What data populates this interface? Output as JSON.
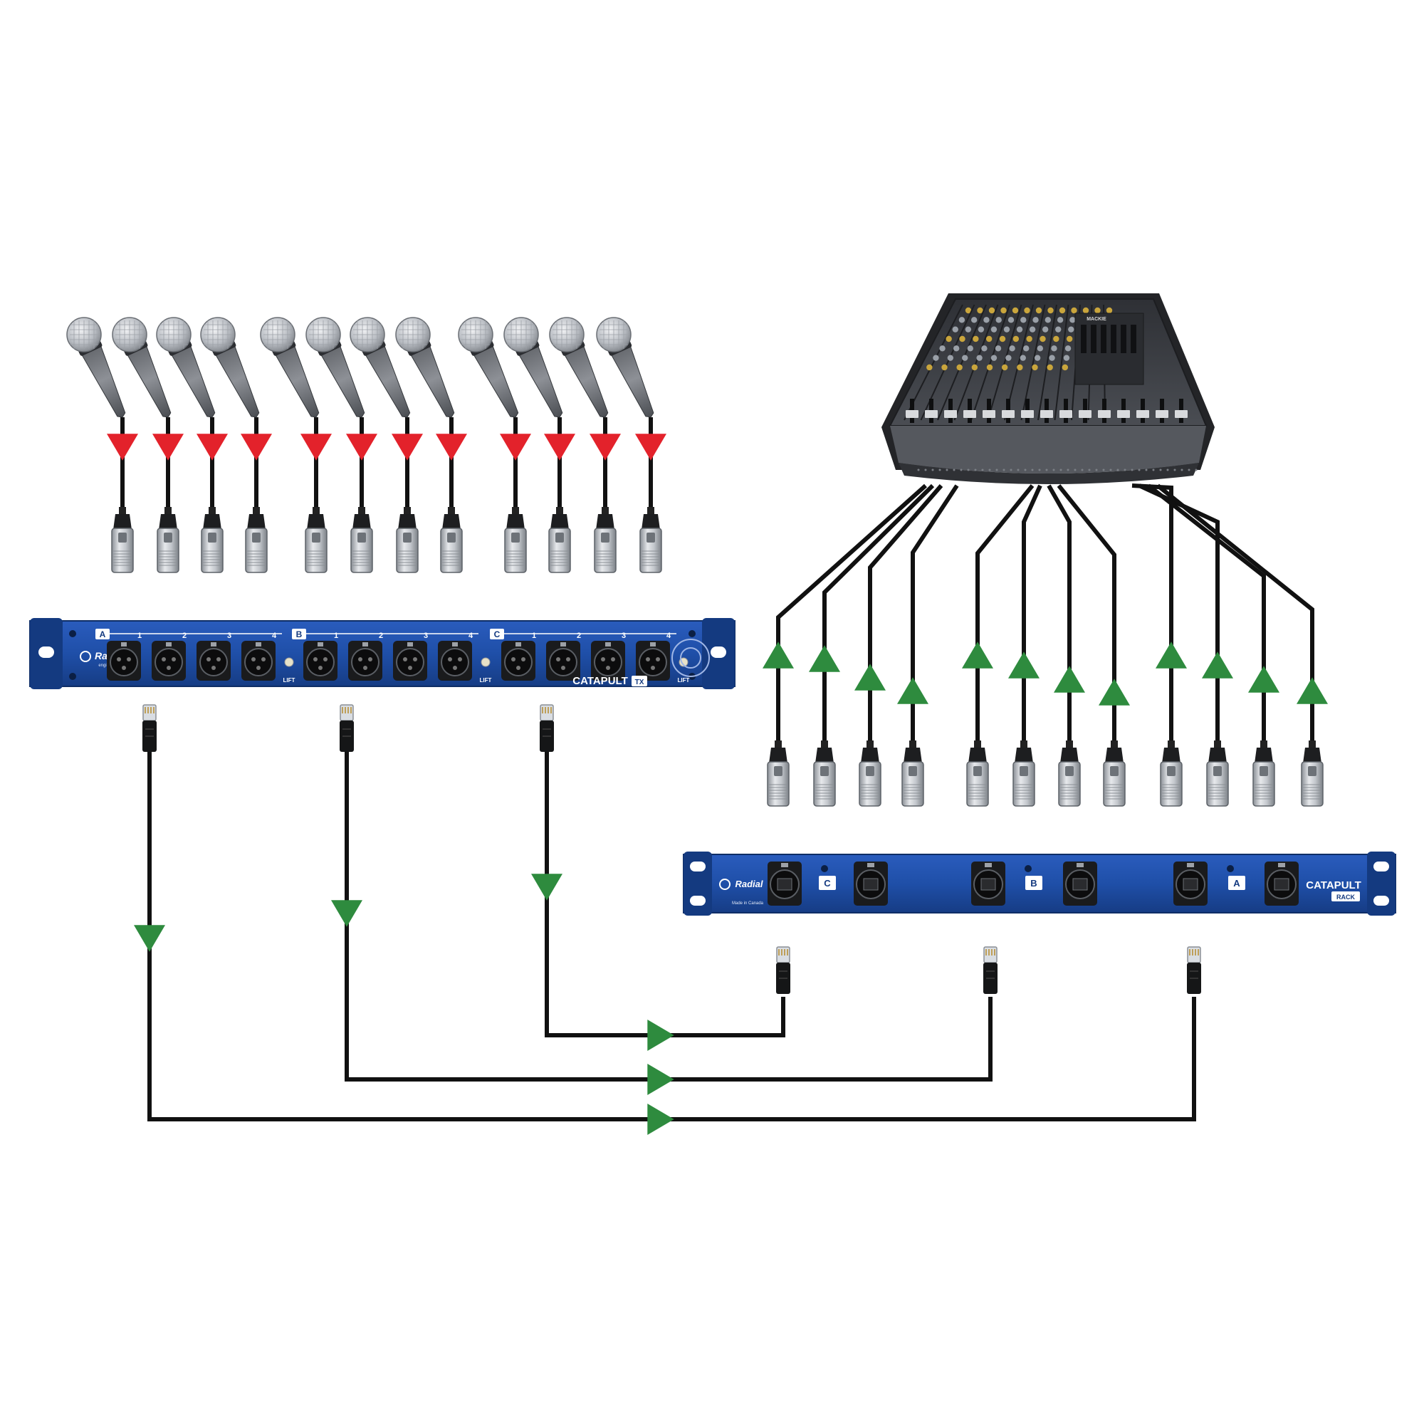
{
  "colors": {
    "cable": "#111111",
    "arrow_in": "#e3222b",
    "arrow_signal": "#2e8b3e",
    "rack_blue": "#1f4fa8",
    "rack_dark": "#143a80",
    "xlr_silver": "#c9cdd2",
    "mixer_body": "#3b3e43"
  },
  "tx_unit": {
    "brand": "Radial",
    "brand_sub": "engineering",
    "model": "CATAPULT",
    "model_badge": "TX",
    "groups": [
      {
        "letter": "A",
        "channels": [
          "1",
          "2",
          "3",
          "4"
        ],
        "lift": "LIFT"
      },
      {
        "letter": "B",
        "channels": [
          "1",
          "2",
          "3",
          "4"
        ],
        "lift": "LIFT"
      },
      {
        "letter": "C",
        "channels": [
          "1",
          "2",
          "3",
          "4"
        ],
        "lift": "LIFT"
      }
    ]
  },
  "rack_unit": {
    "brand": "Radial",
    "brand_sub": "Made in Canada",
    "model": "CATAPULT",
    "model_badge": "RACK",
    "groups": [
      {
        "letter": "C"
      },
      {
        "letter": "B"
      },
      {
        "letter": "A"
      }
    ]
  },
  "mixer": {
    "brand": "MACKIE"
  }
}
